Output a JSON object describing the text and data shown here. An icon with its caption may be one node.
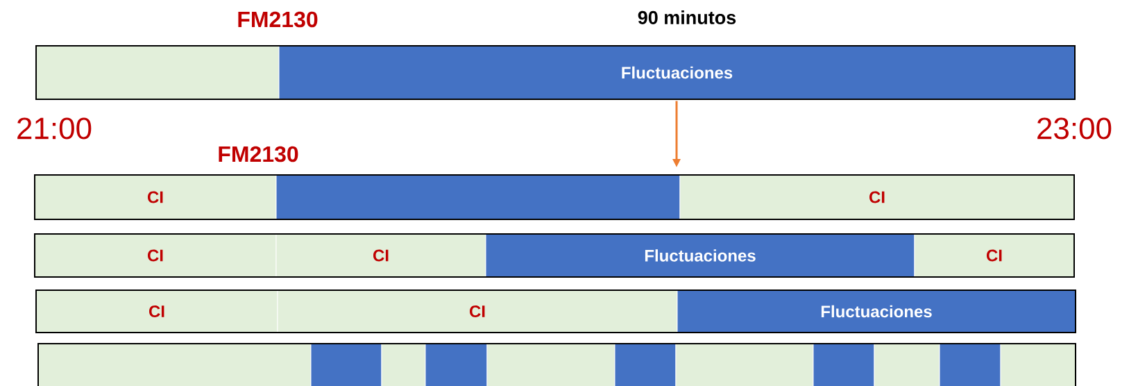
{
  "diagram": {
    "nodes": [
      {
        "text": [],
        "shape": "bar"
      },
      {
        "text": [],
        "shape": "bar",
        "in": 0
      },
      {
        "text": [
          "Fluctuaciones"
        ],
        "in": 0
      },
      {
        "text": [],
        "shape": "bar"
      },
      {
        "text": [
          "CI"
        ],
        "in": 3
      },
      {
        "text": [],
        "shape": "bar",
        "in": 3
      },
      {
        "text": [
          "CI"
        ],
        "in": 3
      },
      {
        "text": [],
        "shape": "bar"
      },
      {
        "text": [
          "CI"
        ],
        "in": 7
      },
      {
        "text": [
          "CI"
        ],
        "in": 7
      },
      {
        "text": [
          "Fluctuaciones"
        ],
        "in": 7
      },
      {
        "text": [
          "CI"
        ],
        "in": 7
      },
      {
        "text": [],
        "shape": "bar"
      },
      {
        "text": [
          "CI"
        ],
        "in": 12
      },
      {
        "text": [
          "CI"
        ],
        "in": 12
      },
      {
        "text": [
          "Fluctuaciones"
        ],
        "in": 12
      },
      {
        "text": [],
        "shape": "bar"
      },
      {
        "text": [],
        "shape": "bar",
        "in": 16
      },
      {
        "text": [],
        "shape": "bar",
        "in": 16
      },
      {
        "text": [],
        "shape": "bar",
        "in": 16
      },
      {
        "text": [],
        "shape": "bar",
        "in": 16
      },
      {
        "text": [],
        "shape": "bar",
        "in": 16
      },
      {
        "text": [],
        "shape": "bar",
        "in": 16
      },
      {
        "text": [],
        "shape": "bar",
        "in": 16
      },
      {
        "text": [],
        "shape": "bar",
        "in": 16
      },
      {
        "text": [],
        "shape": "bar",
        "in": 16
      },
      {
        "text": [],
        "shape": "bar",
        "in": 16
      },
      {
        "text": [],
        "shape": "bar",
        "in": 16
      }
    ],
    "edges": [
      {
        "from": 2,
        "to": 3,
        "arrow": "to",
        "color": "#ed7d31"
      }
    ],
    "labels": [
      "FM2130",
      "90 minutos",
      "21:00",
      "23:00",
      "FM2130"
    ]
  }
}
